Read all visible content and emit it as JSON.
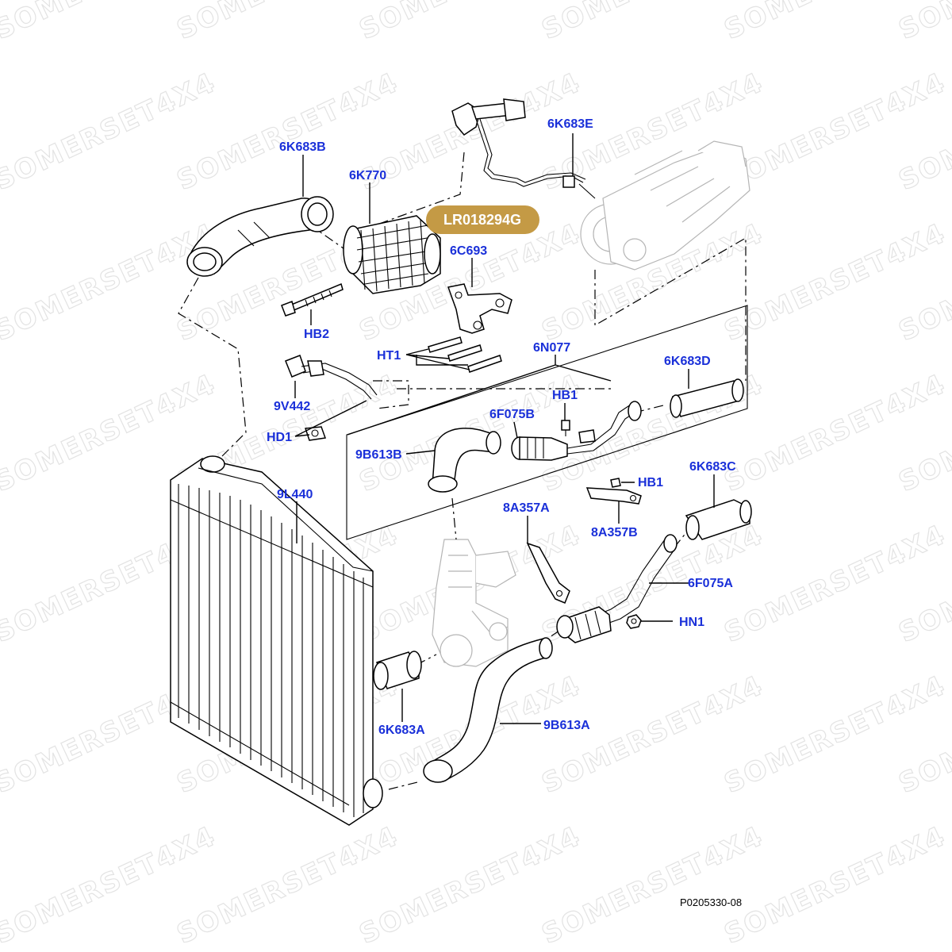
{
  "diagram": {
    "watermark": "SOMERSET4X4",
    "highlight_part": "LR018294G",
    "highlight_color": "#c49a45",
    "label_color": "#1a30d9",
    "reference": "P0205330-08",
    "labels": {
      "l_6k683b": "6K683B",
      "l_6k770": "6K770",
      "l_6k683e": "6K683E",
      "l_6c693": "6C693",
      "l_hb2": "HB2",
      "l_ht1": "HT1",
      "l_6n077": "6N077",
      "l_6k683d": "6K683D",
      "l_9v442": "9V442",
      "l_hb1a": "HB1",
      "l_6f075b": "6F075B",
      "l_hd1": "HD1",
      "l_9b613b": "9B613B",
      "l_hb1b": "HB1",
      "l_6k683c": "6K683C",
      "l_9l440": "9L440",
      "l_8a357a": "8A357A",
      "l_8a357b": "8A357B",
      "l_6f075a": "6F075A",
      "l_hn1": "HN1",
      "l_6k683a": "6K683A",
      "l_9b613a": "9B613A"
    }
  }
}
